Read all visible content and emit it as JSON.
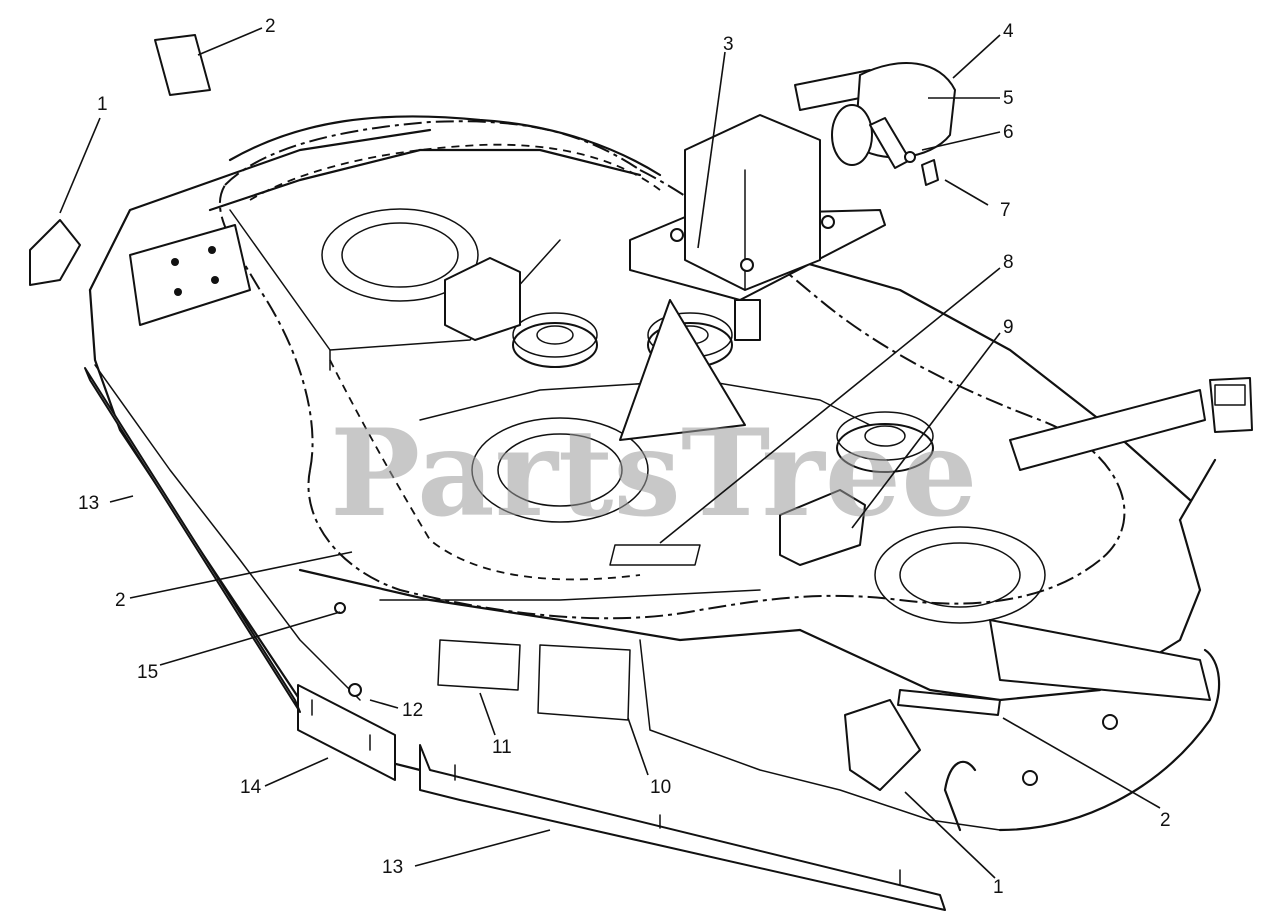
{
  "watermark": "PartsTree",
  "callouts": [
    "1",
    "2",
    "3",
    "4",
    "5",
    "6",
    "7",
    "8",
    "9",
    "13",
    "2",
    "15",
    "12",
    "11",
    "10",
    "14",
    "13",
    "1",
    "2"
  ]
}
